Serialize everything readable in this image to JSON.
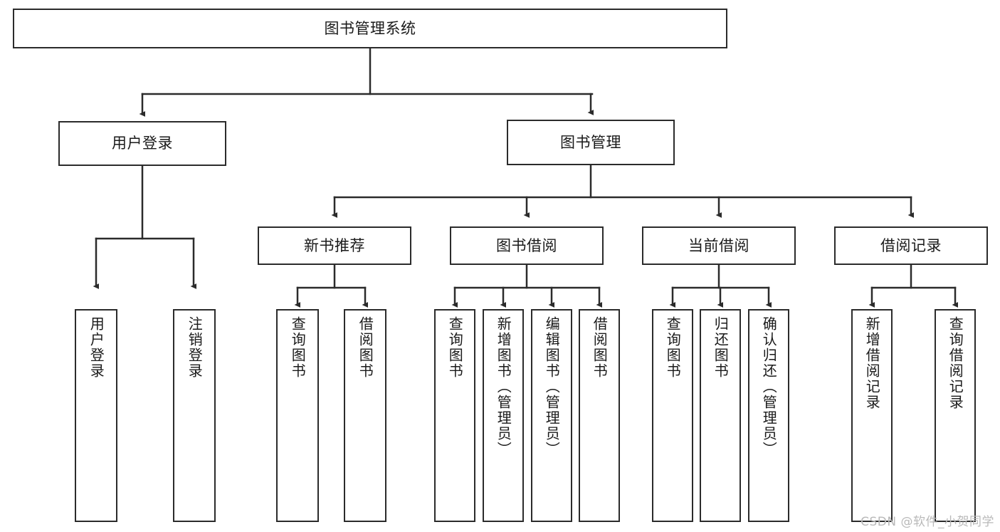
{
  "diagram": {
    "title": "图书管理系统",
    "type": "hierarchy-tree",
    "watermark": "CSDN @软件_小贺同学",
    "colors": {
      "box_border": "#2b2b2b",
      "box_fill": "#ffffff",
      "connector": "#2b2b2b",
      "text": "#1a1a1a",
      "watermark": "#b9b9b9"
    },
    "root": {
      "label": "图书管理系统"
    },
    "level1": [
      {
        "label": "用户登录"
      },
      {
        "label": "图书管理"
      }
    ],
    "level2": [
      {
        "label": "新书推荐"
      },
      {
        "label": "图书借阅"
      },
      {
        "label": "当前借阅"
      },
      {
        "label": "借阅记录"
      }
    ],
    "leaves": {
      "user_login": [
        {
          "label": "用户登录"
        },
        {
          "label": "注销登录"
        }
      ],
      "new_book_recommend": [
        {
          "label": "查询图书"
        },
        {
          "label": "借阅图书"
        }
      ],
      "book_borrow": [
        {
          "label": "查询图书"
        },
        {
          "label": "新增图书（管理员）"
        },
        {
          "label": "编辑图书（管理员）"
        },
        {
          "label": "借阅图书"
        }
      ],
      "current_borrow": [
        {
          "label": "查询图书"
        },
        {
          "label": "归还图书"
        },
        {
          "label": "确认归还（管理员）"
        }
      ],
      "borrow_record": [
        {
          "label": "新增借阅记录"
        },
        {
          "label": "查询借阅记录"
        }
      ]
    }
  }
}
